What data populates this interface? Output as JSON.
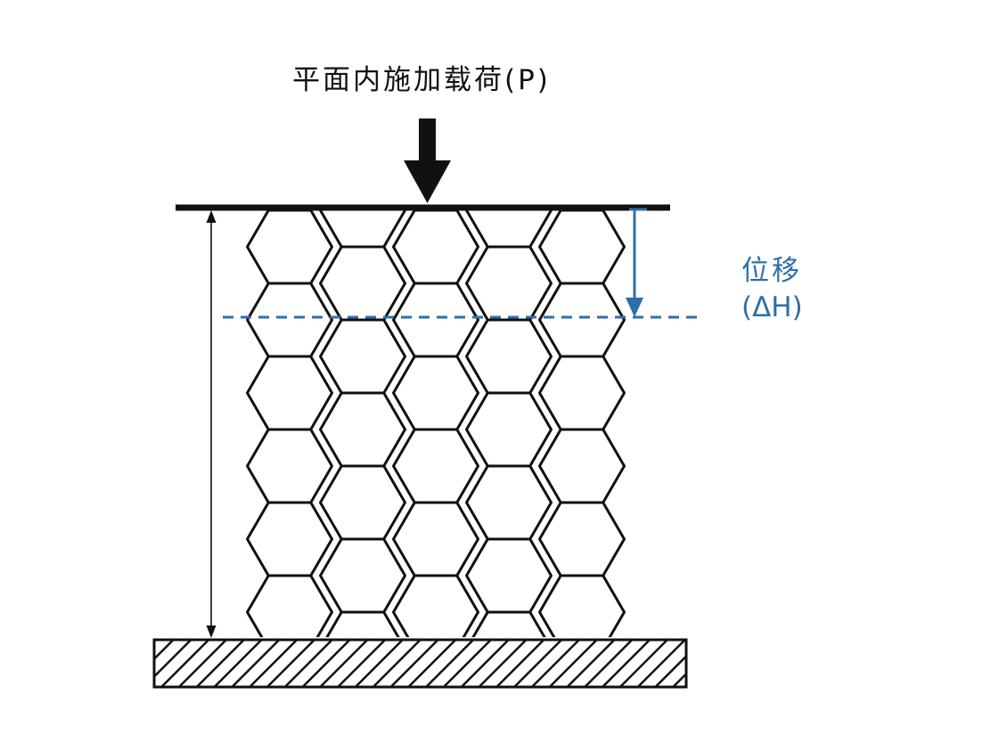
{
  "labels": {
    "load": "平面内施加载荷(P)",
    "displacement": "位移",
    "displacement_symbol": "(ΔH)"
  },
  "colors": {
    "ink": "#111111",
    "displacement": "#2e6fa8",
    "background": "#ffffff"
  },
  "structure": {
    "cell_shape": "hexagon",
    "columns": 5,
    "rows": 6
  }
}
